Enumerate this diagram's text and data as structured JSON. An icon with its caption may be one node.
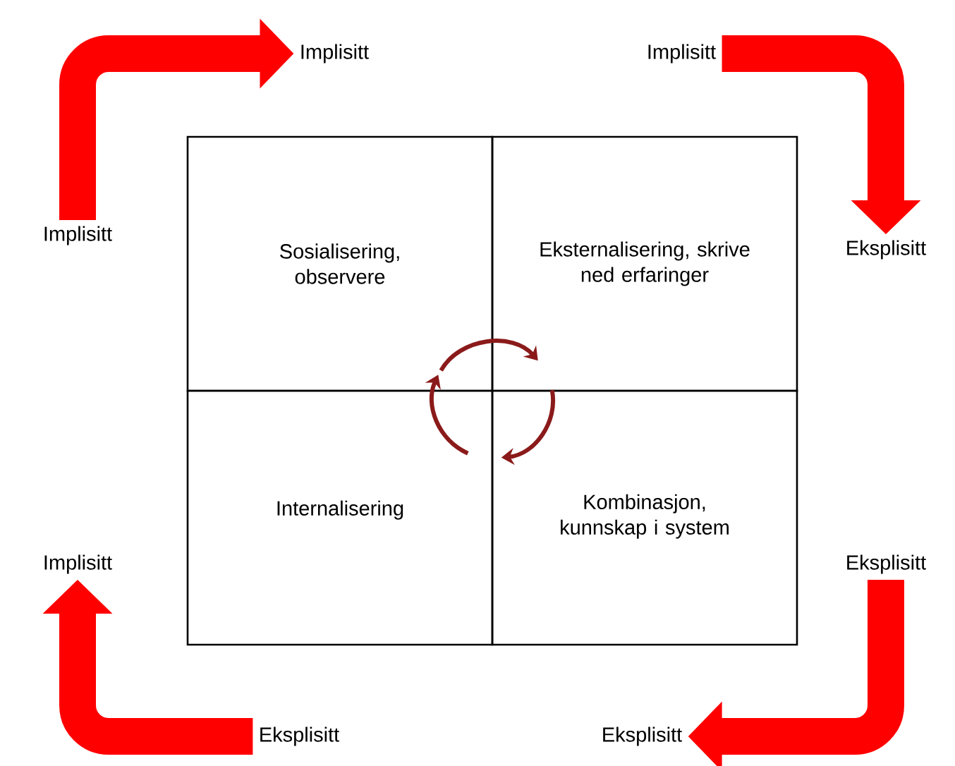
{
  "diagram": {
    "nodes": [
      {
        "text": [
          "Sosialisering, observere"
        ]
      },
      {
        "text": [
          "Eksternalisering, skrive ned erfaringer"
        ]
      },
      {
        "text": [
          "Internalisering"
        ]
      },
      {
        "text": [
          "Kombinasjon, kunnskap i system"
        ]
      },
      {
        "text": [
          "Implisitt"
        ]
      },
      {
        "text": [
          "Implisitt"
        ]
      },
      {
        "text": [
          "Implisitt"
        ]
      },
      {
        "text": [
          "Eksplisitt"
        ]
      },
      {
        "text": [
          "Eksplisitt"
        ]
      },
      {
        "text": [
          "Eksplisitt"
        ]
      },
      {
        "text": [
          "Eksplisitt"
        ]
      },
      {
        "text": [
          "Implisitt"
        ]
      }
    ],
    "edges": [
      {
        "from": 4,
        "to": 5,
        "arrow": "to"
      },
      {
        "from": 6,
        "to": 7,
        "arrow": "to"
      },
      {
        "from": 8,
        "to": 9,
        "arrow": "to"
      },
      {
        "from": 10,
        "to": 11,
        "arrow": "to"
      },
      {
        "from": 0,
        "to": 1,
        "arrow": "to",
        "color": "#8b1a1a"
      },
      {
        "from": 1,
        "to": 3,
        "arrow": "to",
        "color": "#8b1a1a"
      },
      {
        "from": 2,
        "to": 0,
        "arrow": "to",
        "color": "#8b1a1a"
      }
    ]
  }
}
